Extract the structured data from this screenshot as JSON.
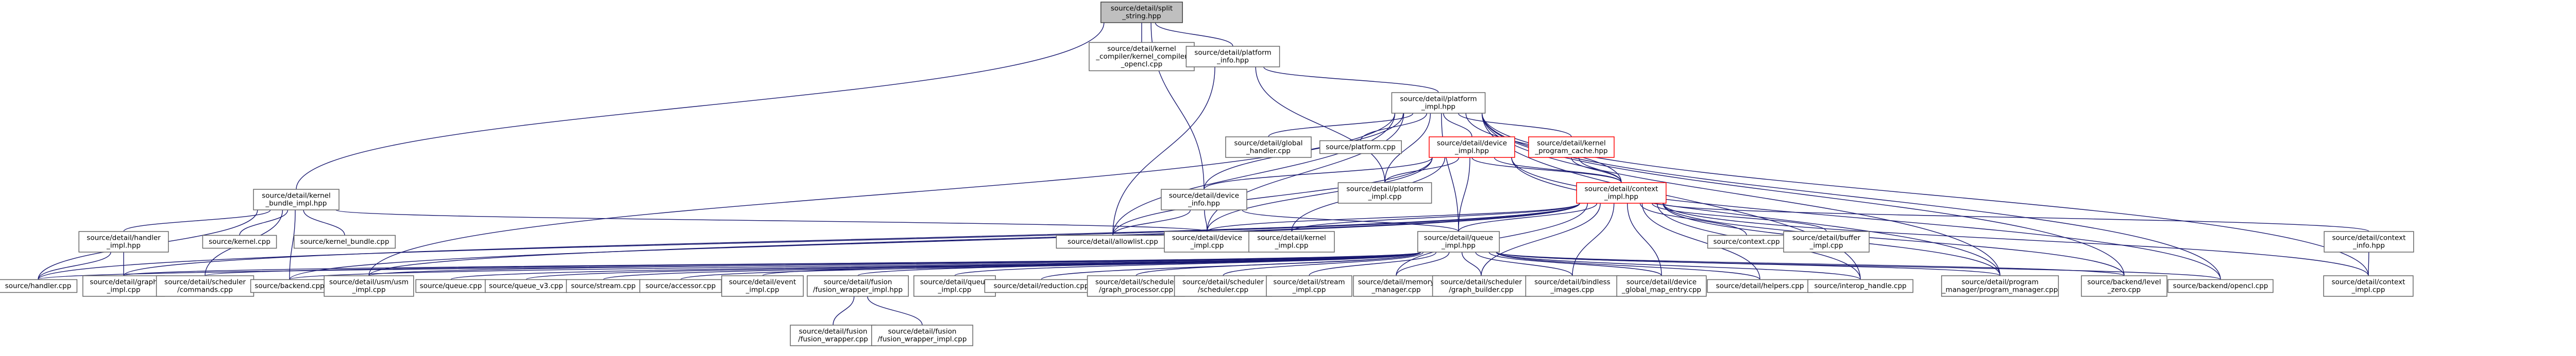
{
  "graph": {
    "direction": "included-by",
    "colors": {
      "edge": "#191970",
      "node_border": "#666666",
      "root_fill": "#bfbfbf",
      "cycle_border": "#ff0000"
    },
    "nodes": [
      {
        "id": "string_hpp",
        "lines": [
          "source/detail/split",
          "_string.hpp"
        ],
        "role": "root"
      },
      {
        "id": "kernel_compiler_opencl",
        "lines": [
          "source/detail/kernel",
          "_compiler/kernel_compiler",
          "_opencl.cpp"
        ]
      },
      {
        "id": "platform_info",
        "lines": [
          "source/detail/platform",
          "_info.hpp"
        ]
      },
      {
        "id": "kernel_bundle_impl",
        "lines": [
          "source/detail/kernel",
          "_bundle_impl.hpp"
        ]
      },
      {
        "id": "platform_impl",
        "lines": [
          "source/detail/platform",
          "_impl.hpp"
        ]
      },
      {
        "id": "global_handler",
        "lines": [
          "source/detail/global",
          "_handler.cpp"
        ]
      },
      {
        "id": "platform_cpp",
        "lines": [
          "source/platform.cpp"
        ]
      },
      {
        "id": "device_impl",
        "lines": [
          "source/detail/device",
          "_impl.hpp"
        ],
        "role": "cycle"
      },
      {
        "id": "kernel_program_cache",
        "lines": [
          "source/detail/kernel",
          "_program_cache.hpp"
        ],
        "role": "cycle"
      },
      {
        "id": "handler_impl",
        "lines": [
          "source/detail/handler",
          "_impl.hpp"
        ]
      },
      {
        "id": "kernel_cpp",
        "lines": [
          "source/kernel.cpp"
        ]
      },
      {
        "id": "kernel_bundle_cpp",
        "lines": [
          "source/kernel_bundle.cpp"
        ]
      },
      {
        "id": "device_info",
        "lines": [
          "source/detail/device",
          "_info.hpp"
        ]
      },
      {
        "id": "platform_impl_cpp",
        "lines": [
          "source/detail/platform",
          "_impl.cpp"
        ]
      },
      {
        "id": "context_impl",
        "lines": [
          "source/detail/context",
          "_impl.hpp"
        ],
        "role": "cycle"
      },
      {
        "id": "context_cpp",
        "lines": [
          "source/context.cpp"
        ]
      },
      {
        "id": "buffer_impl",
        "lines": [
          "source/detail/buffer",
          "_impl.cpp"
        ]
      },
      {
        "id": "allowlist",
        "lines": [
          "source/detail/allowlist.cpp"
        ]
      },
      {
        "id": "device_impl_cpp",
        "lines": [
          "source/detail/device",
          "_impl.cpp"
        ]
      },
      {
        "id": "kernel_impl_cpp",
        "lines": [
          "source/detail/kernel",
          "_impl.cpp"
        ]
      },
      {
        "id": "queue_impl",
        "lines": [
          "source/detail/queue",
          "_impl.hpp"
        ]
      },
      {
        "id": "context_info",
        "lines": [
          "source/detail/context",
          "_info.hpp"
        ]
      },
      {
        "id": "handler_cpp",
        "lines": [
          "source/handler.cpp"
        ]
      },
      {
        "id": "graph_impl",
        "lines": [
          "source/detail/graph",
          "_impl.cpp"
        ]
      },
      {
        "id": "scheduler_commands",
        "lines": [
          "source/detail/scheduler",
          "/commands.cpp"
        ]
      },
      {
        "id": "backend_cpp",
        "lines": [
          "source/backend.cpp"
        ]
      },
      {
        "id": "usm_impl",
        "lines": [
          "source/detail/usm/usm",
          "_impl.cpp"
        ]
      },
      {
        "id": "queue_cpp",
        "lines": [
          "source/queue.cpp"
        ]
      },
      {
        "id": "queue_v3",
        "lines": [
          "source/queue_v3.cpp"
        ]
      },
      {
        "id": "stream_cpp",
        "lines": [
          "source/stream.cpp"
        ]
      },
      {
        "id": "accessor_cpp",
        "lines": [
          "source/accessor.cpp"
        ]
      },
      {
        "id": "event_impl",
        "lines": [
          "source/detail/event",
          "_impl.cpp"
        ]
      },
      {
        "id": "fusion_wrapper_impl_hpp",
        "lines": [
          "source/detail/fusion",
          "/fusion_wrapper_impl.hpp"
        ]
      },
      {
        "id": "queue_impl_cpp",
        "lines": [
          "source/detail/queue",
          "_impl.cpp"
        ]
      },
      {
        "id": "reduction_cpp",
        "lines": [
          "source/detail/reduction.cpp"
        ]
      },
      {
        "id": "graph_processor",
        "lines": [
          "source/detail/scheduler",
          "/graph_processor.cpp"
        ]
      },
      {
        "id": "scheduler_cpp",
        "lines": [
          "source/detail/scheduler",
          "/scheduler.cpp"
        ]
      },
      {
        "id": "stream_impl",
        "lines": [
          "source/detail/stream",
          "_impl.cpp"
        ]
      },
      {
        "id": "memory_manager",
        "lines": [
          "source/detail/memory",
          "_manager.cpp"
        ]
      },
      {
        "id": "graph_builder",
        "lines": [
          "source/detail/scheduler",
          "/graph_builder.cpp"
        ]
      },
      {
        "id": "bindless_images",
        "lines": [
          "source/detail/bindless",
          "_images.cpp"
        ]
      },
      {
        "id": "device_global_map",
        "lines": [
          "source/detail/device",
          "_global_map_entry.cpp"
        ]
      },
      {
        "id": "helpers_cpp",
        "lines": [
          "source/detail/helpers.cpp"
        ]
      },
      {
        "id": "interop_handle",
        "lines": [
          "source/interop_handle.cpp"
        ]
      },
      {
        "id": "program_manager",
        "lines": [
          "source/detail/program",
          "_manager/program_manager.cpp"
        ]
      },
      {
        "id": "level_zero",
        "lines": [
          "source/backend/level",
          "_zero.cpp"
        ]
      },
      {
        "id": "backend_opencl",
        "lines": [
          "source/backend/opencl.cpp"
        ]
      },
      {
        "id": "context_impl_cpp",
        "lines": [
          "source/detail/context",
          "_impl.cpp"
        ]
      },
      {
        "id": "fusion_wrapper",
        "lines": [
          "source/detail/fusion",
          "/fusion_wrapper.cpp"
        ]
      },
      {
        "id": "fusion_wrapper_impl_cpp",
        "lines": [
          "source/detail/fusion",
          "/fusion_wrapper_impl.cpp"
        ]
      }
    ],
    "edges": [
      [
        "string_hpp",
        "kernel_compiler_opencl"
      ],
      [
        "string_hpp",
        "platform_info"
      ],
      [
        "string_hpp",
        "kernel_bundle_impl"
      ],
      [
        "string_hpp",
        "device_info"
      ],
      [
        "platform_info",
        "platform_impl"
      ],
      [
        "platform_info",
        "allowlist"
      ],
      [
        "platform_info",
        "platform_impl_cpp"
      ],
      [
        "platform_impl",
        "global_handler"
      ],
      [
        "platform_impl",
        "platform_cpp"
      ],
      [
        "platform_impl",
        "device_impl"
      ],
      [
        "platform_impl",
        "kernel_program_cache"
      ],
      [
        "platform_impl",
        "context_impl"
      ],
      [
        "platform_impl",
        "device_info"
      ],
      [
        "platform_impl",
        "platform_impl_cpp"
      ],
      [
        "platform_impl",
        "queue_impl"
      ],
      [
        "platform_impl",
        "program_manager"
      ],
      [
        "platform_impl",
        "level_zero"
      ],
      [
        "platform_impl",
        "backend_opencl"
      ],
      [
        "platform_impl",
        "context_impl_cpp"
      ],
      [
        "platform_impl",
        "allowlist"
      ],
      [
        "platform_impl",
        "device_impl_cpp"
      ],
      [
        "platform_impl",
        "interop_handle"
      ],
      [
        "platform_impl",
        "usm_impl"
      ],
      [
        "device_impl",
        "context_impl"
      ],
      [
        "device_impl",
        "queue_impl"
      ],
      [
        "device_impl",
        "device_info"
      ],
      [
        "device_impl",
        "platform_impl_cpp"
      ],
      [
        "device_impl",
        "kernel_impl_cpp"
      ],
      [
        "device_impl",
        "allowlist"
      ],
      [
        "device_impl",
        "device_impl_cpp"
      ],
      [
        "device_impl",
        "program_manager"
      ],
      [
        "device_impl",
        "backend_opencl"
      ],
      [
        "kernel_program_cache",
        "context_impl"
      ],
      [
        "context_impl",
        "device_impl"
      ],
      [
        "context_impl",
        "kernel_program_cache"
      ],
      [
        "context_impl",
        "context_cpp"
      ],
      [
        "context_impl",
        "buffer_impl"
      ],
      [
        "context_impl",
        "queue_impl"
      ],
      [
        "context_impl",
        "context_info"
      ],
      [
        "context_impl",
        "memory_manager"
      ],
      [
        "context_impl",
        "graph_builder"
      ],
      [
        "context_impl",
        "bindless_images"
      ],
      [
        "context_impl",
        "device_global_map"
      ],
      [
        "context_impl",
        "helpers_cpp"
      ],
      [
        "context_impl",
        "interop_handle"
      ],
      [
        "context_impl",
        "program_manager"
      ],
      [
        "context_impl",
        "level_zero"
      ],
      [
        "context_impl",
        "context_impl_cpp"
      ],
      [
        "context_impl",
        "device_impl_cpp"
      ],
      [
        "context_impl",
        "kernel_impl_cpp"
      ],
      [
        "context_impl",
        "backend_cpp"
      ],
      [
        "context_impl",
        "usm_impl"
      ],
      [
        "context_impl",
        "handler_cpp"
      ],
      [
        "context_impl",
        "graph_impl"
      ],
      [
        "kernel_bundle_impl",
        "handler_impl"
      ],
      [
        "kernel_bundle_impl",
        "kernel_cpp"
      ],
      [
        "kernel_bundle_impl",
        "kernel_bundle_cpp"
      ],
      [
        "kernel_bundle_impl",
        "handler_cpp"
      ],
      [
        "kernel_bundle_impl",
        "backend_cpp"
      ],
      [
        "kernel_bundle_impl",
        "scheduler_commands"
      ],
      [
        "kernel_bundle_impl",
        "device_impl_cpp"
      ],
      [
        "handler_impl",
        "handler_cpp"
      ],
      [
        "handler_impl",
        "graph_impl"
      ],
      [
        "device_info",
        "allowlist"
      ],
      [
        "device_info",
        "device_impl_cpp"
      ],
      [
        "device_info",
        "queue_impl"
      ],
      [
        "context_info",
        "context_impl_cpp"
      ],
      [
        "queue_impl",
        "handler_cpp"
      ],
      [
        "queue_impl",
        "graph_impl"
      ],
      [
        "queue_impl",
        "scheduler_commands"
      ],
      [
        "queue_impl",
        "backend_cpp"
      ],
      [
        "queue_impl",
        "usm_impl"
      ],
      [
        "queue_impl",
        "queue_cpp"
      ],
      [
        "queue_impl",
        "queue_v3"
      ],
      [
        "queue_impl",
        "stream_cpp"
      ],
      [
        "queue_impl",
        "accessor_cpp"
      ],
      [
        "queue_impl",
        "event_impl"
      ],
      [
        "queue_impl",
        "fusion_wrapper_impl_hpp"
      ],
      [
        "queue_impl",
        "queue_impl_cpp"
      ],
      [
        "queue_impl",
        "reduction_cpp"
      ],
      [
        "queue_impl",
        "graph_processor"
      ],
      [
        "queue_impl",
        "scheduler_cpp"
      ],
      [
        "queue_impl",
        "stream_impl"
      ],
      [
        "queue_impl",
        "memory_manager"
      ],
      [
        "queue_impl",
        "graph_builder"
      ],
      [
        "queue_impl",
        "bindless_images"
      ],
      [
        "queue_impl",
        "device_global_map"
      ],
      [
        "queue_impl",
        "helpers_cpp"
      ],
      [
        "queue_impl",
        "interop_handle"
      ],
      [
        "queue_impl",
        "program_manager"
      ],
      [
        "queue_impl",
        "level_zero"
      ],
      [
        "queue_impl",
        "backend_opencl"
      ],
      [
        "fusion_wrapper_impl_hpp",
        "fusion_wrapper"
      ],
      [
        "fusion_wrapper_impl_hpp",
        "fusion_wrapper_impl_cpp"
      ]
    ]
  }
}
